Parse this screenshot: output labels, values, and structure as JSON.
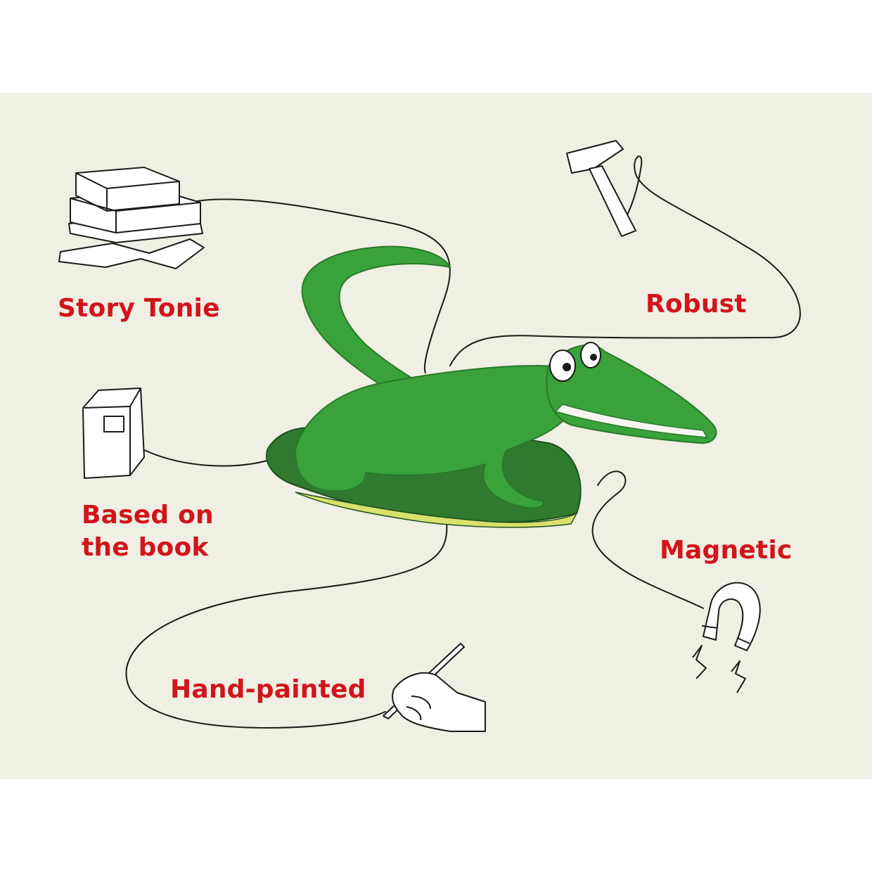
{
  "features": {
    "story_tonie": "Story Tonie",
    "robust": "Robust",
    "based_on_the_book": [
      "Based on",
      "the book"
    ],
    "magnetic": "Magnetic",
    "hand_painted": "Hand-painted"
  },
  "colors": {
    "label_red": "#d2141c",
    "panel_background": "#efefe3",
    "crocodile_green": "#3aa23a",
    "line_ink": "#1a1a1a"
  },
  "icons": [
    "books-stack-icon",
    "hammer-icon",
    "book-icon",
    "magnet-icon",
    "hand-with-brush-icon",
    "crocodile-figure"
  ]
}
